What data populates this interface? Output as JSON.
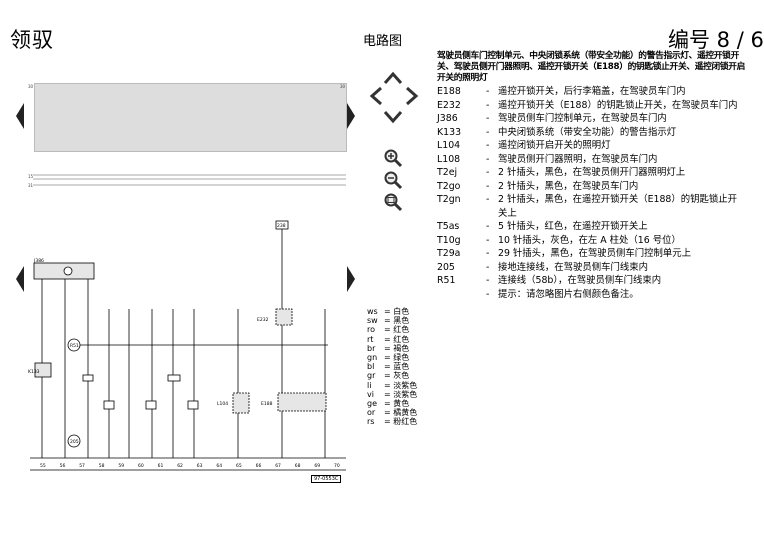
{
  "header": {
    "brand": "领驭",
    "doc_type": "电路图",
    "page": "编号 8 / 6"
  },
  "toolbar": {
    "icons": [
      "up-arrow-icon",
      "left-arrow-icon",
      "right-arrow-icon",
      "down-arrow-icon",
      "zoom-in-icon",
      "zoom-out-icon",
      "zoom-fit-icon"
    ]
  },
  "legend": {
    "title": "驾驶员侧车门控制单元、中央闭锁系统（带安全功能）的警告指示灯、遥控开锁开关、驾驶员侧开门器照明、遥控开锁开关（E188）的钥匙锁止开关、遥控闭锁开启开关的照明灯",
    "items": [
      {
        "code": "E188",
        "text": "遥控开锁开关，后行李箱盖，在驾驶员车门内"
      },
      {
        "code": "E232",
        "text": "遥控开锁开关（E188）的钥匙锁止开关，在驾驶员车门内"
      },
      {
        "code": "J386",
        "text": "驾驶员侧车门控制单元，在驾驶员车门内"
      },
      {
        "code": "K133",
        "text": "中央闭锁系统（带安全功能）的警告指示灯"
      },
      {
        "code": "L104",
        "text": "遥控闭锁开启开关的照明灯"
      },
      {
        "code": "L108",
        "text": "驾驶员侧开门器照明，在驾驶员车门内"
      },
      {
        "code": "T2ej",
        "text": "2 针插头，黑色，在驾驶员侧开门器照明灯上"
      },
      {
        "code": "T2go",
        "text": "2 针插头，黑色，在驾驶员车门内"
      },
      {
        "code": "T2gn",
        "text": "2 针插头，黑色，在遥控开锁开关（E188）的钥匙锁止开关上"
      },
      {
        "code": "T5as",
        "text": "5 针插头，红色，在遥控开锁开关上"
      },
      {
        "code": "T10g",
        "text": "10 针插头，灰色，在左 A 柱处（16 号位）"
      },
      {
        "code": "T29a",
        "text": "29 针插头，黑色，在驾驶员侧车门控制单元上"
      },
      {
        "code": "205",
        "text": "接地连接线，在驾驶员侧车门线束内"
      },
      {
        "code": "R51",
        "text": "连接线（58b），在驾驶员侧车门线束内"
      },
      {
        "code": "",
        "text": "提示：请忽略图片右侧颜色备注。"
      }
    ]
  },
  "color_key": [
    {
      "abbr": "ws",
      "name": "白色"
    },
    {
      "abbr": "sw",
      "name": "黑色"
    },
    {
      "abbr": "ro",
      "name": "红色"
    },
    {
      "abbr": "rt",
      "name": "红色"
    },
    {
      "abbr": "br",
      "name": "褐色"
    },
    {
      "abbr": "gn",
      "name": "绿色"
    },
    {
      "abbr": "bl",
      "name": "蓝色"
    },
    {
      "abbr": "gr",
      "name": "灰色"
    },
    {
      "abbr": "li",
      "name": "淡紫色"
    },
    {
      "abbr": "vi",
      "name": "淡紫色"
    },
    {
      "abbr": "ge",
      "name": "黄色"
    },
    {
      "abbr": "or",
      "name": "橘黄色"
    },
    {
      "abbr": "rs",
      "name": "粉红色"
    }
  ],
  "diagram": {
    "id": "97-0553C",
    "components": {
      "j386": "J386",
      "k133": "K133",
      "e232": "E232",
      "l104": "L104",
      "e188": "E188",
      "r51": "R51",
      "g205": "205",
      "top_fuse": "238"
    },
    "bottom_numbers": [
      "55",
      "56",
      "57",
      "58",
      "59",
      "60",
      "61",
      "62",
      "63",
      "64",
      "65",
      "66",
      "67",
      "68",
      "69",
      "70"
    ]
  }
}
